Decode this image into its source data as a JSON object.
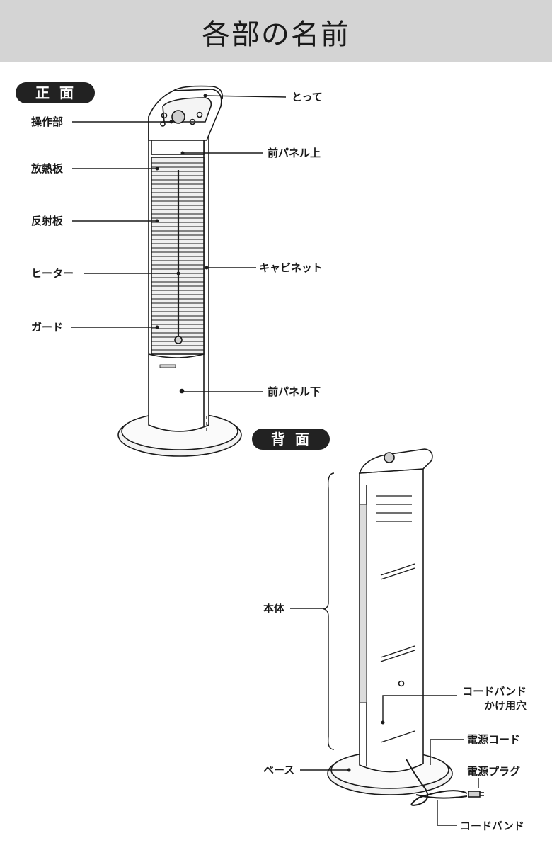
{
  "header": {
    "title": "各部の名前"
  },
  "front": {
    "badge": "正面",
    "labels": {
      "handle": "とって",
      "control_panel": "操作部",
      "front_panel_upper": "前パネル上",
      "heat_dissipation_plate": "放熱板",
      "reflector": "反射板",
      "cabinet": "キャビネット",
      "heater": "ヒーター",
      "guard": "ガード",
      "front_panel_lower": "前パネル下"
    }
  },
  "back": {
    "badge": "背面",
    "labels": {
      "main_body": "本体",
      "cord_band_hole_line1": "コードバンド",
      "cord_band_hole_line2": "かけ用穴",
      "power_cord": "電源コード",
      "base": "ベース",
      "power_plug": "電源プラグ",
      "cord_band": "コードバンド"
    }
  },
  "colors": {
    "header_bg": "#d4d4d4",
    "badge_bg": "#222222",
    "line": "#1a1a1a"
  }
}
